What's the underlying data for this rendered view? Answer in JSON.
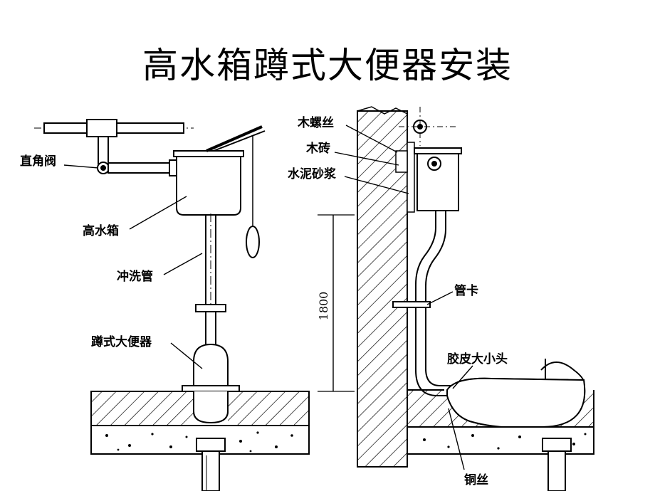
{
  "title": "高水箱蹲式大便器安装",
  "left_view": {
    "labels": {
      "angle_valve": "直角阀",
      "high_tank": "高水箱",
      "flush_pipe": "冲洗管",
      "squat_toilet": "蹲式大便器"
    }
  },
  "right_view": {
    "labels": {
      "wood_screw": "木螺丝",
      "wood_brick": "木砖",
      "cement_mortar": "水泥砂浆",
      "pipe_clamp": "管卡",
      "rubber_reducer": "胶皮大小头",
      "copper_wire": "铜丝"
    },
    "dimension": "1800"
  },
  "colors": {
    "ink": "#000000",
    "paper": "#ffffff"
  }
}
